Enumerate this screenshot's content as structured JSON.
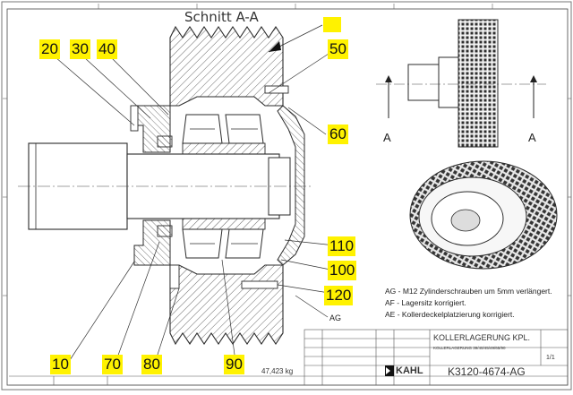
{
  "drawing": {
    "section_title": "Schnitt A-A",
    "weight": "47,423 kg",
    "section_markers": [
      "A",
      "A"
    ],
    "edge_label_ag": "AG"
  },
  "position_labels": {
    "p10": "10",
    "p20": "20",
    "p30": "30",
    "p40": "40",
    "p50": "50",
    "p60": "60",
    "p70": "70",
    "p80": "80",
    "p90": "90",
    "p100": "100",
    "p110": "110",
    "p120": "120"
  },
  "revision_notes": [
    "AG - M12 Zylinderschrauben um 5mm verlängert.",
    "AF - Lagersitz korrigiert.",
    "AE - Kollerdeckelplatzierung korrigiert."
  ],
  "title_block": {
    "company": "KAHL",
    "part_title": "KOLLERLAGERUNG KPL.",
    "part_subtitle": "KOLLERLAGERUNG 39/40/45/49/65/90",
    "drawing_number": "K3120-4674-AG",
    "sheet": "1/1"
  },
  "colors": {
    "highlight": "#fff200",
    "line": "#2b2b2b",
    "hatch": "#555555"
  }
}
